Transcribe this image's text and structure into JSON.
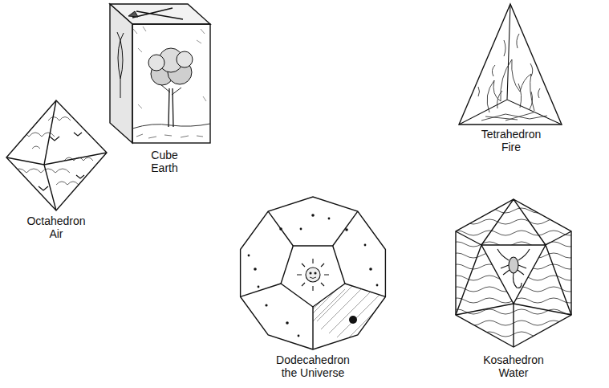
{
  "diagram": {
    "labels": [
      "Cube Earth",
      "Tetrahedron Fire",
      "Octahedron Air",
      "Dodecahedron the Universe",
      "Kosahedron Water"
    ]
  }
}
